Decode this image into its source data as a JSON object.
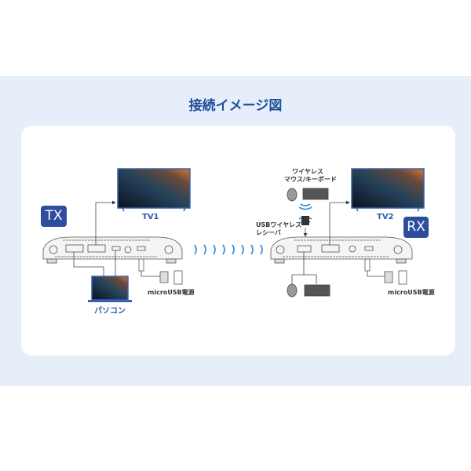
{
  "title": "接続イメージ図",
  "tx": {
    "badge": "TX",
    "tv_label": "TV1",
    "pc_label": "パソコン",
    "power_label": "microUSB電源"
  },
  "rx": {
    "badge": "RX",
    "tv_label": "TV2",
    "wireless_label_1": "ワイヤレス",
    "wireless_label_2": "マウス/キーボード",
    "receiver_label_1": "USBワイヤレス",
    "receiver_label_2": "レシーバ",
    "power_label": "microUSB電源"
  },
  "colors": {
    "accent": "#1f4f9c",
    "band": "#e5eef9",
    "wave": "#2a8ad8"
  }
}
